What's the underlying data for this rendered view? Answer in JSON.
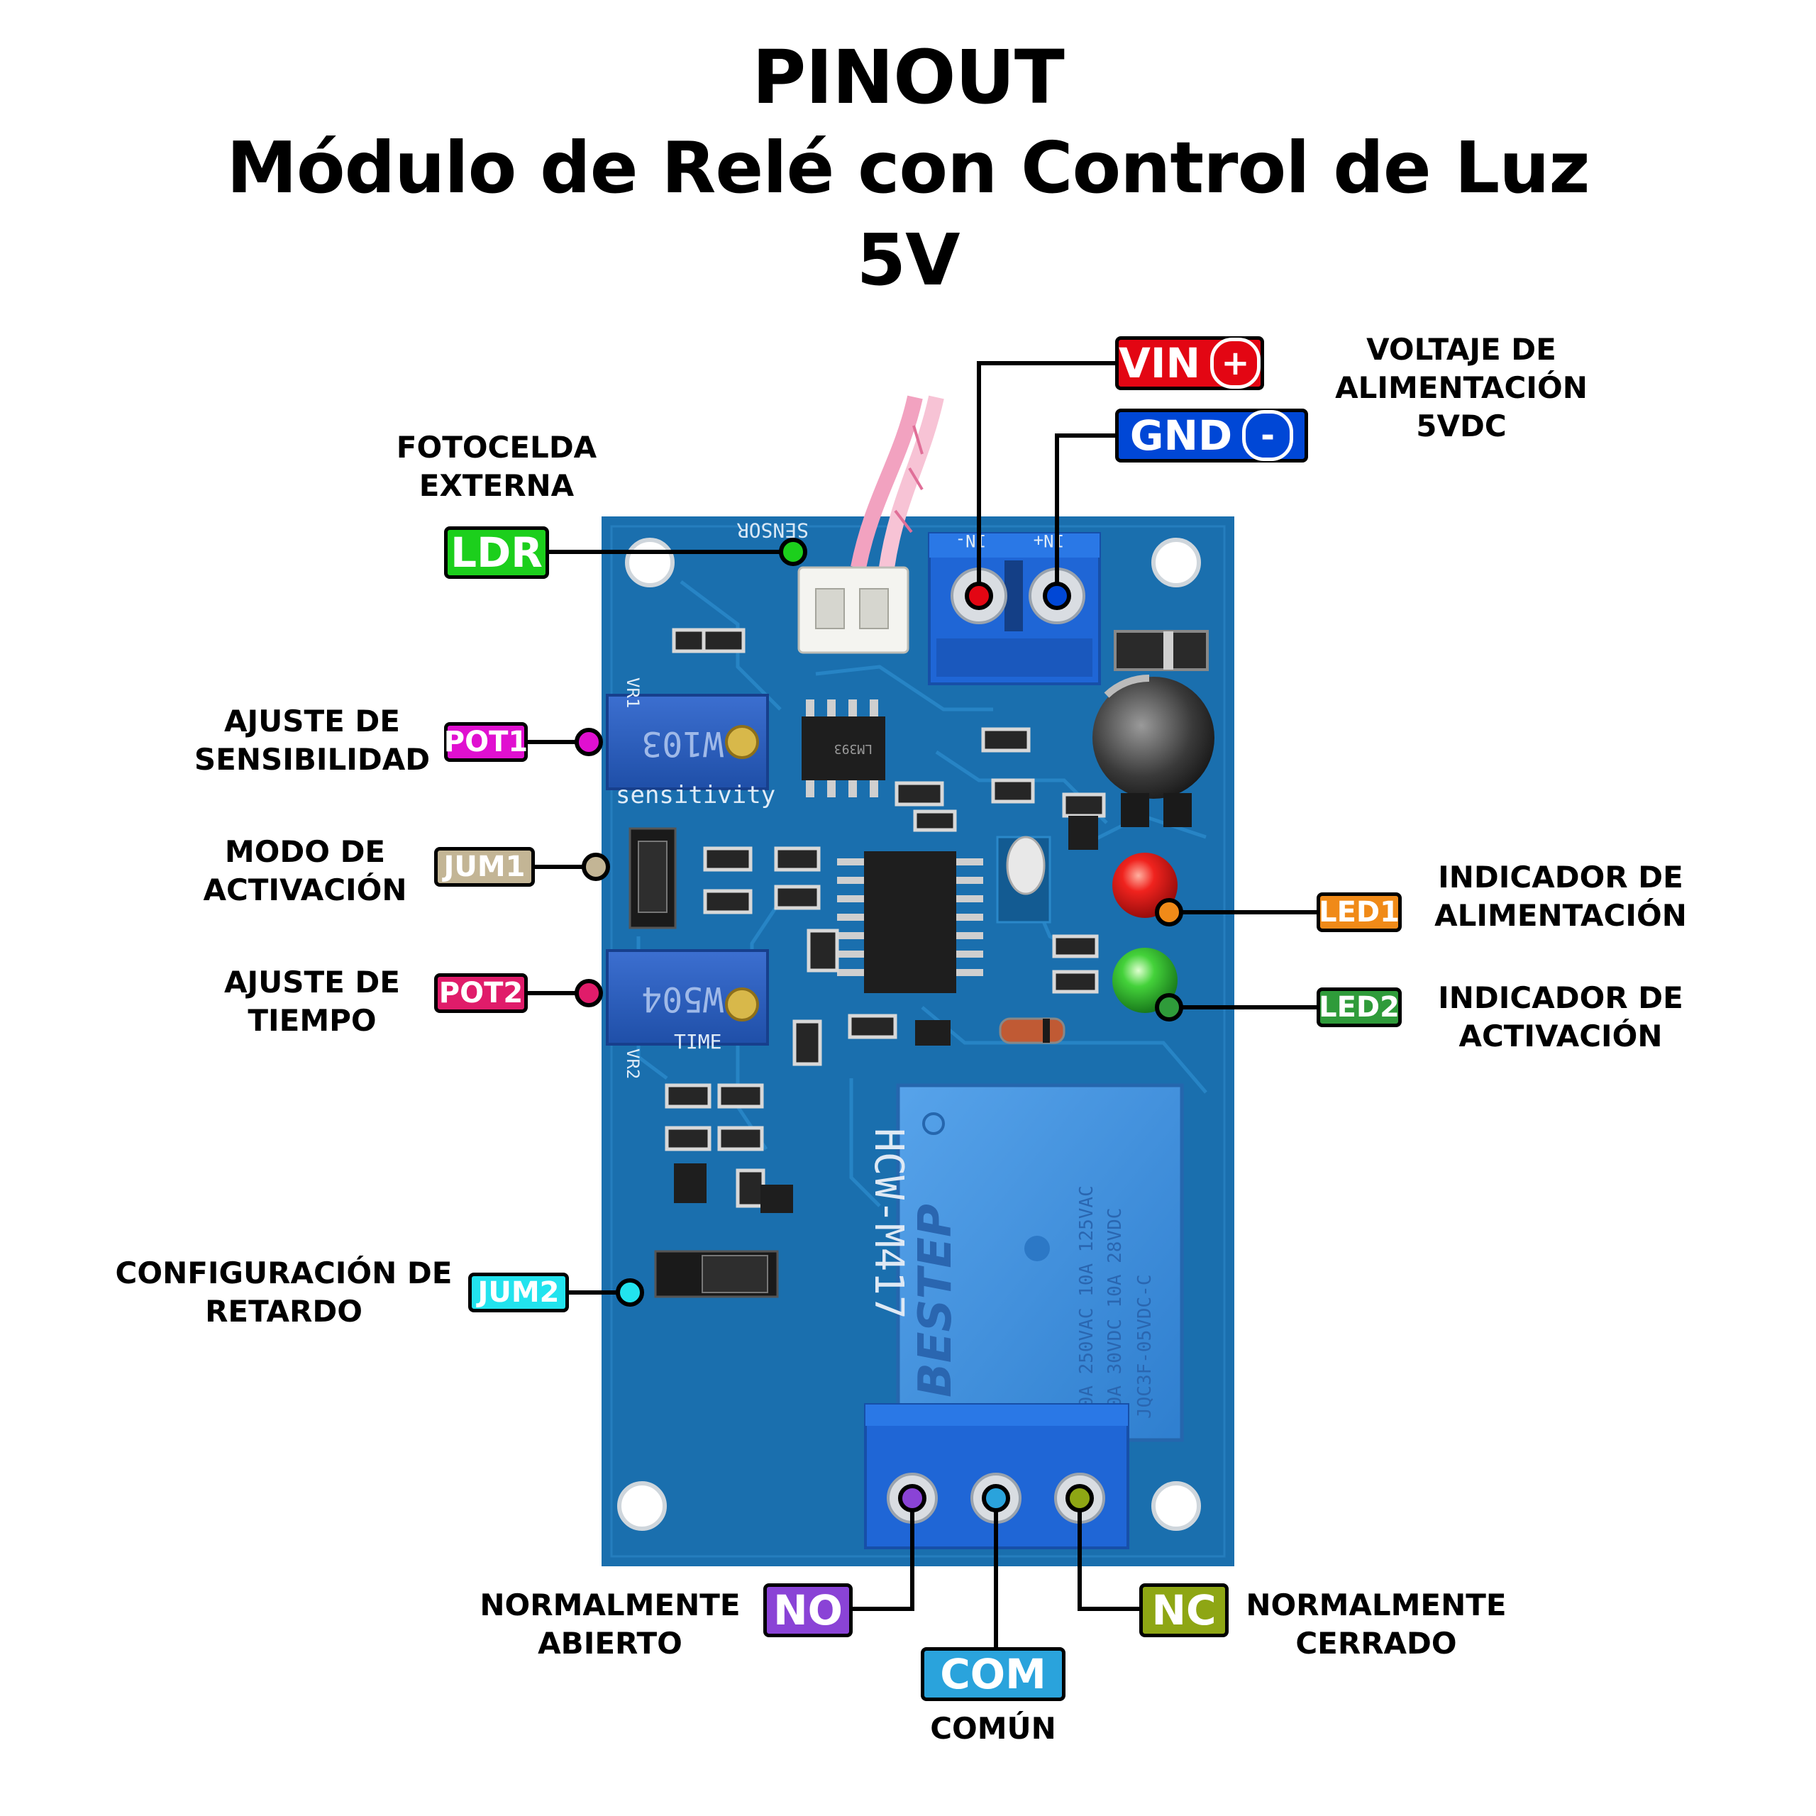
{
  "title": {
    "line1": "PINOUT",
    "line2": "Módulo de Relé con Control de Luz",
    "line3": "5V"
  },
  "board": {
    "silkscreen_model": "HCW-M417",
    "silkscreen_sensitivity": "sensitivity",
    "silkscreen_time": "TIME",
    "silkscreen_vr1": "VR1",
    "silkscreen_vr2": "VR2",
    "pot1_code": "W103",
    "pot2_code": "W504",
    "chip1_code": "LM393",
    "relay_brand": "BESTEP",
    "relay_specs": [
      "10A 250VAC 10A 125VAC",
      "10A 30VDC 10A 28VDC",
      "JQC3F-05VDC-C"
    ],
    "terminal_in_labels": [
      "IN-",
      "IN+"
    ],
    "sensor_label": "SENSOR",
    "colors": {
      "pcb": "#1a6fae",
      "pcb_dark": "#135b92",
      "terminal": "#1f66d6",
      "relay": "#3f8fdc"
    }
  },
  "pins": [
    {
      "id": "vin",
      "badge": "VIN",
      "symbol": "+",
      "color": "#e30613",
      "description": []
    },
    {
      "id": "gnd",
      "badge": "GND",
      "symbol": "-",
      "color": "#0047d6",
      "description": []
    },
    {
      "id": "ldr",
      "badge": "LDR",
      "color": "#1ccf1c",
      "description": [
        "FOTOCELDA",
        "EXTERNA"
      ]
    },
    {
      "id": "pot1",
      "badge": "POT1",
      "color": "#e010d0",
      "description": [
        "AJUSTE DE",
        "SENSIBILIDAD"
      ]
    },
    {
      "id": "jum1",
      "badge": "JUM1",
      "color": "#c3b595",
      "description": [
        "MODO DE",
        "ACTIVACIÓN"
      ]
    },
    {
      "id": "pot2",
      "badge": "POT2",
      "color": "#e01c6a",
      "description": [
        "AJUSTE DE",
        "TIEMPO"
      ]
    },
    {
      "id": "jum2",
      "badge": "JUM2",
      "color": "#22e3ee",
      "description": [
        "CONFIGURACIÓN DE",
        "RETARDO"
      ]
    },
    {
      "id": "led1",
      "badge": "LED1",
      "color": "#f08a18",
      "description": [
        "INDICADOR DE",
        "ALIMENTACIÓN"
      ]
    },
    {
      "id": "led2",
      "badge": "LED2",
      "color": "#2f9b3a",
      "description": [
        "INDICADOR DE",
        "ACTIVACIÓN"
      ]
    },
    {
      "id": "no",
      "badge": "NO",
      "color": "#8a43d6",
      "description": [
        "NORMALMENTE",
        "ABIERTO"
      ]
    },
    {
      "id": "com",
      "badge": "COM",
      "color": "#2aa3dc",
      "description": [
        "COMÚN"
      ]
    },
    {
      "id": "nc",
      "badge": "NC",
      "color": "#8ea614",
      "description": [
        "NORMALMENTE",
        "CERRADO"
      ]
    }
  ],
  "power_description": [
    "VOLTAJE DE",
    "ALIMENTACIÓN",
    "5VDC"
  ]
}
